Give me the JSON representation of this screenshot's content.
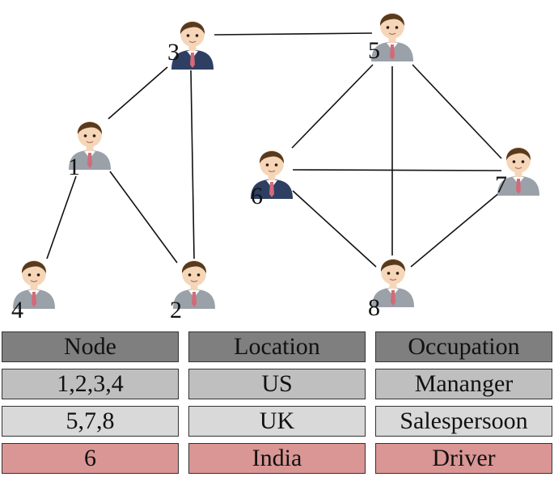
{
  "nodes": [
    {
      "label": "1",
      "variant": "gray"
    },
    {
      "label": "2",
      "variant": "gray"
    },
    {
      "label": "3",
      "variant": "navy"
    },
    {
      "label": "4",
      "variant": "gray"
    },
    {
      "label": "5",
      "variant": "gray"
    },
    {
      "label": "6",
      "variant": "navy"
    },
    {
      "label": "7",
      "variant": "gray"
    },
    {
      "label": "8",
      "variant": "gray"
    }
  ],
  "edges": [
    [
      "1",
      "3"
    ],
    [
      "1",
      "4"
    ],
    [
      "1",
      "2"
    ],
    [
      "3",
      "2"
    ],
    [
      "3",
      "5"
    ],
    [
      "5",
      "6"
    ],
    [
      "5",
      "7"
    ],
    [
      "5",
      "8"
    ],
    [
      "6",
      "7"
    ],
    [
      "6",
      "8"
    ],
    [
      "7",
      "8"
    ]
  ],
  "table": {
    "headers": [
      "Node",
      "Location",
      "Occupation"
    ],
    "rows": [
      [
        "1,2,3,4",
        "US",
        "Mananger"
      ],
      [
        "5,7,8",
        "UK",
        "Salespersoon"
      ],
      [
        "6",
        "India",
        "Driver"
      ]
    ]
  },
  "colors": {
    "header_bg": "#7f7f7f",
    "row_us_bg": "#bfbfbf",
    "row_uk_bg": "#d9d9d9",
    "row_india_bg": "#d99694",
    "suit_gray": "#9aa1a9",
    "suit_navy": "#2e3f63",
    "hair": "#5a3a1c",
    "skin": "#f6d6b8",
    "tie": "#d46a78"
  }
}
